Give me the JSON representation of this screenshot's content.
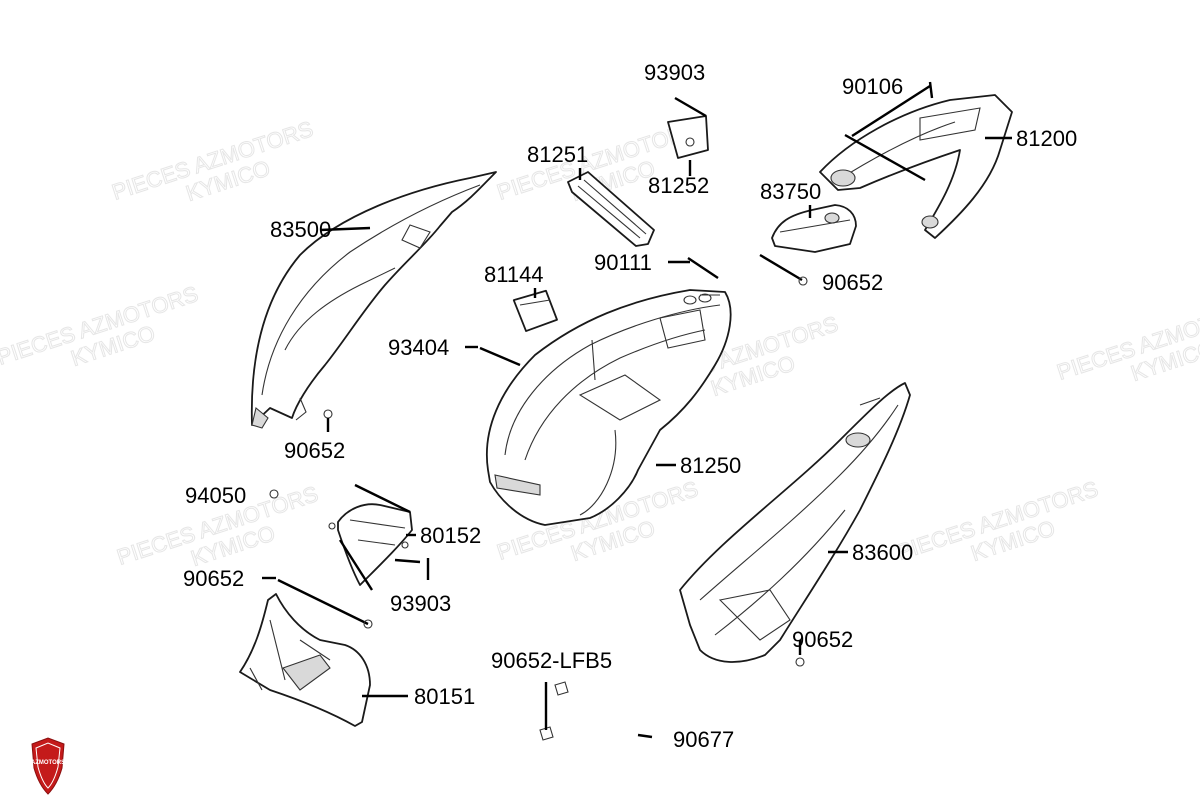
{
  "colors": {
    "ink": "#1a1a1a",
    "background": "#ffffff",
    "logo_red": "#c41a1a",
    "watermark": "#e6e6e6"
  },
  "logo": {
    "icon": "azmotors-shield-icon",
    "text": "AZMOTORS"
  },
  "watermarks": [
    {
      "line1": "PIECES AZMOTORS",
      "line2": "KYMICO"
    },
    {
      "line1": "PIECES AZMOTORS",
      "line2": "KYMICO"
    },
    {
      "line1": "PIECES AZMOTORS",
      "line2": "KYMICO"
    },
    {
      "line1": "PIECES AZMOTORS",
      "line2": "KYMICO"
    },
    {
      "line1": "PIECES AZMOTORS",
      "line2": "KYMICO"
    },
    {
      "line1": "PIECES AZMOTORS",
      "line2": "KYMICO"
    },
    {
      "line1": "PIECES AZMOTORS",
      "line2": "KYMICO"
    },
    {
      "line1": "PIECES AZMOTORS",
      "line2": "KYMICO"
    }
  ],
  "parts": {
    "p93903a": "93903",
    "p90106": "90106",
    "p81200": "81200",
    "p81251": "81251",
    "p81252": "81252",
    "p83750": "83750",
    "p83500": "83500",
    "p90111": "90111",
    "p90652a": "90652",
    "p81144": "81144",
    "p93404": "93404",
    "p90652b": "90652",
    "p81250": "81250",
    "p94050": "94050",
    "p80152": "80152",
    "p83600": "83600",
    "p90652c": "90652",
    "p93903b": "93903",
    "p90652d": "90652",
    "p90652lfb5": "90652-LFB5",
    "p80151": "80151",
    "p90677": "90677"
  }
}
